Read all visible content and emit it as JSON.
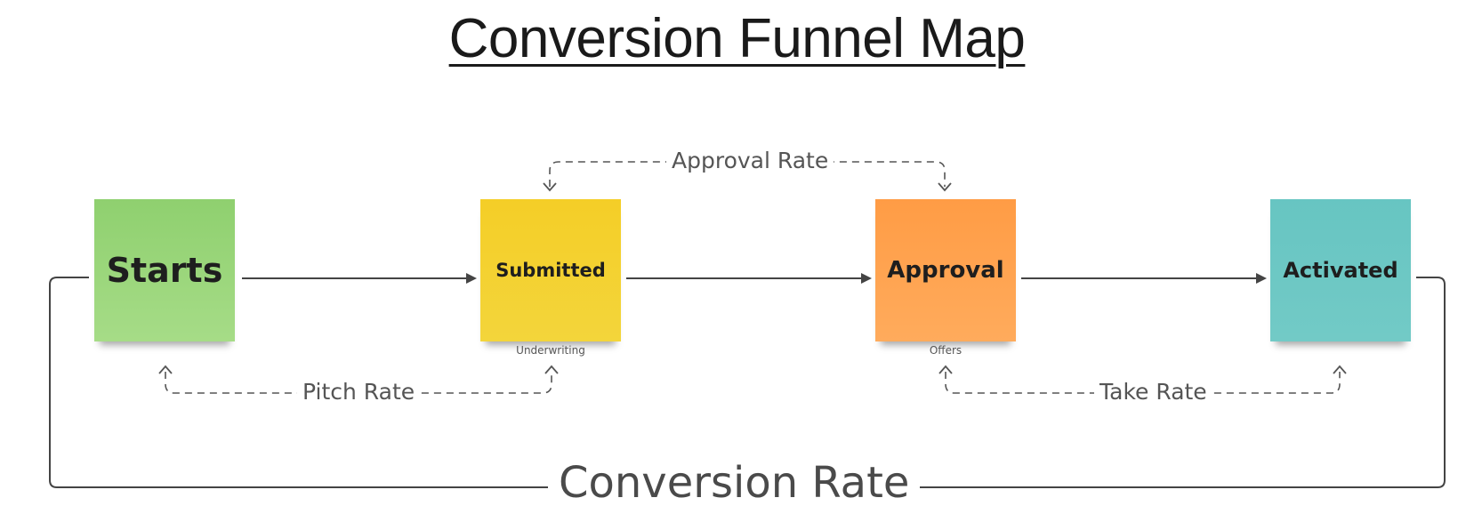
{
  "title": "Conversion Funnel Map",
  "stages": [
    {
      "label": "Starts",
      "color": "#9ad67a"
    },
    {
      "label": "Submitted",
      "color": "#f4d12f",
      "sublabel": "Underwriting"
    },
    {
      "label": "Approval",
      "color": "#ffa350",
      "sublabel": "Offers"
    },
    {
      "label": "Activated",
      "color": "#6cc7c4"
    }
  ],
  "rates": {
    "approval": "Approval Rate",
    "pitch": "Pitch Rate",
    "take": "Take Rate",
    "conversion": "Conversion Rate"
  },
  "colors": {
    "solid_line": "#444444",
    "dashed_line": "#555555"
  }
}
